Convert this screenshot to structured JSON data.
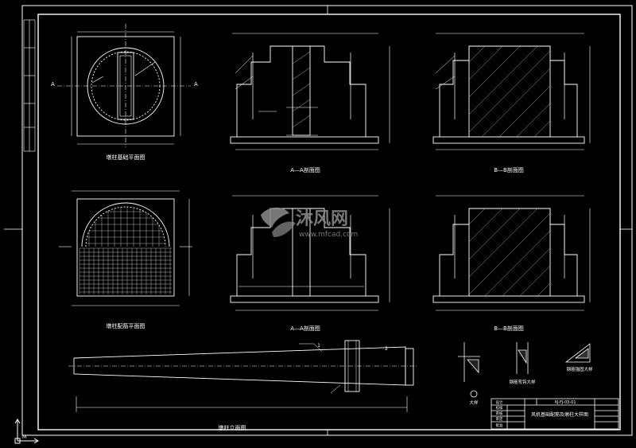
{
  "drawing": {
    "background": "#000000",
    "line_color": "#ffffff",
    "accent_color": "#e6e6e6",
    "watermark_color": "#8c8c8c"
  },
  "watermark": {
    "brand": "沐风网",
    "url": "www.mfcad.com"
  },
  "view_titles": {
    "plan_top": "墩柱基础平面图",
    "section_aa_top": "A—A剖面图",
    "section_bb_top": "B—B剖面图",
    "plan_reinf": "墩柱配筋平面图",
    "section_aa_reinf": "A—A剖面图",
    "section_bb_reinf": "B—B剖面图",
    "elevation": "墩柱立面图",
    "detail_1": "大样",
    "detail_2": "钢筋弯钩大样",
    "detail_3": "钢筋锚固大样"
  },
  "section_markers": {
    "a": "A",
    "b": "B",
    "one": "1",
    "two": "2"
  },
  "title_block": {
    "drawing_title": "风机基础配筋及墩柱大样图",
    "drawing_no": "XJ-FJ-03-01",
    "rows": [
      "设计",
      "校核",
      "审核",
      "审定",
      "批准"
    ]
  },
  "ucs": {
    "label": "M"
  }
}
